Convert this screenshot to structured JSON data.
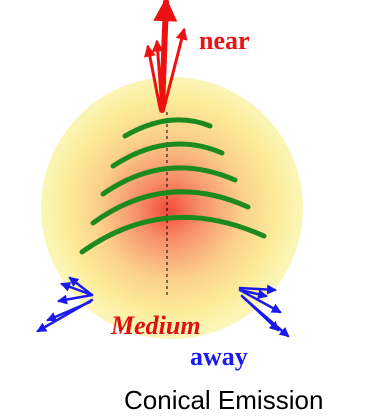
{
  "labels": {
    "near": "near",
    "medium": "Medium",
    "away": "away",
    "caption": "Conical Emission"
  },
  "colors": {
    "red": "#ee1111",
    "green": "#1c8a1c",
    "blue": "#1a1aee",
    "medium_text": "#e01010",
    "glow_outer": "#fbf7b0",
    "glow_mid": "#f9d090",
    "glow_core": "#f25040"
  }
}
